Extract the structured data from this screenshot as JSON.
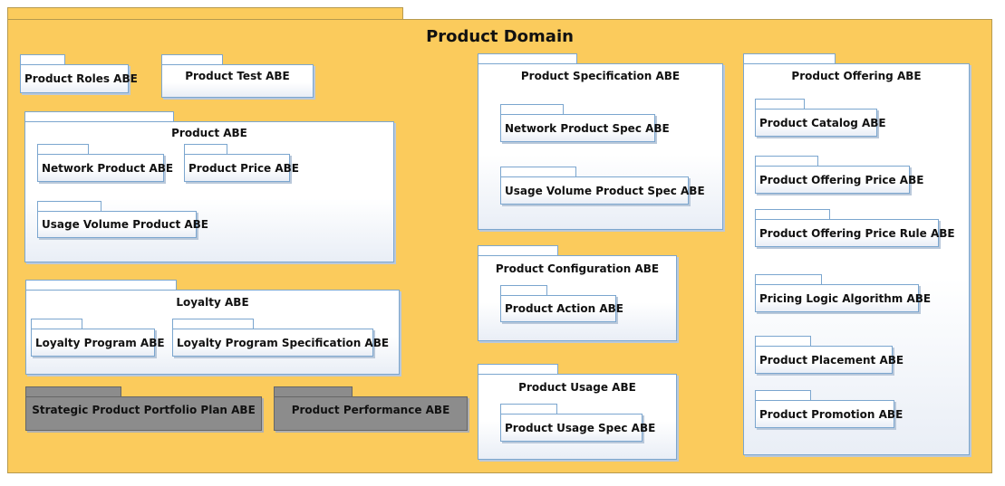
{
  "domain": {
    "title": "Product Domain"
  },
  "packages": {
    "product_roles": "Product Roles ABE",
    "product_test": "Product Test ABE",
    "product": "Product ABE",
    "network_product": "Network Product ABE",
    "product_price": "Product Price ABE",
    "usage_volume_product": "Usage Volume Product ABE",
    "loyalty": "Loyalty ABE",
    "loyalty_program": "Loyalty Program ABE",
    "loyalty_program_spec": "Loyalty Program Specification ABE",
    "strategic_portfolio": "Strategic Product Portfolio Plan ABE",
    "product_performance": "Product Performance ABE",
    "product_specification": "Product Specification ABE",
    "network_product_spec": "Network Product Spec ABE",
    "usage_volume_product_spec": "Usage Volume Product Spec ABE",
    "product_configuration": "Product Configuration ABE",
    "product_action": "Product Action ABE",
    "product_usage": "Product Usage ABE",
    "product_usage_spec": "Product Usage Spec ABE",
    "product_offering": "Product Offering ABE",
    "product_catalog": "Product Catalog ABE",
    "product_offering_price": "Product Offering Price ABE",
    "product_offering_price_rule": "Product Offering Price Rule ABE",
    "pricing_logic_algorithm": "Pricing Logic Algorithm ABE",
    "product_placement": "Product Placement ABE",
    "product_promotion": "Product Promotion ABE"
  },
  "colors": {
    "domain_fill": "#fbcb5c",
    "package_fill": "#ffffff",
    "package_border": "#7ba6cf",
    "gray_package_fill": "#8c8c8c"
  }
}
